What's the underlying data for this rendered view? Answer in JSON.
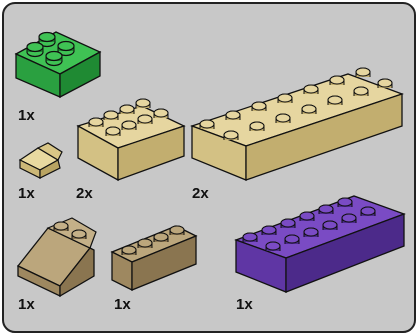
{
  "panel": {
    "background": "#c8c8c8",
    "border": "#222222"
  },
  "parts": [
    {
      "name": "green-2x2-brick",
      "quantity_label": "1x",
      "color": "#34b34a"
    },
    {
      "name": "tan-1x1-slope",
      "quantity_label": "1x",
      "color": "#dac88a"
    },
    {
      "name": "tan-2x4-brick",
      "quantity_label": "2x",
      "color": "#dac88a"
    },
    {
      "name": "tan-2x6-brick",
      "quantity_label": "2x",
      "color": "#dac88a"
    },
    {
      "name": "dark-tan-2x2-slope",
      "quantity_label": "1x",
      "color": "#a8916a"
    },
    {
      "name": "dark-tan-1x4-brick",
      "quantity_label": "1x",
      "color": "#a8916a"
    },
    {
      "name": "purple-2x6-brick",
      "quantity_label": "1x",
      "color": "#6a3fb0"
    }
  ]
}
